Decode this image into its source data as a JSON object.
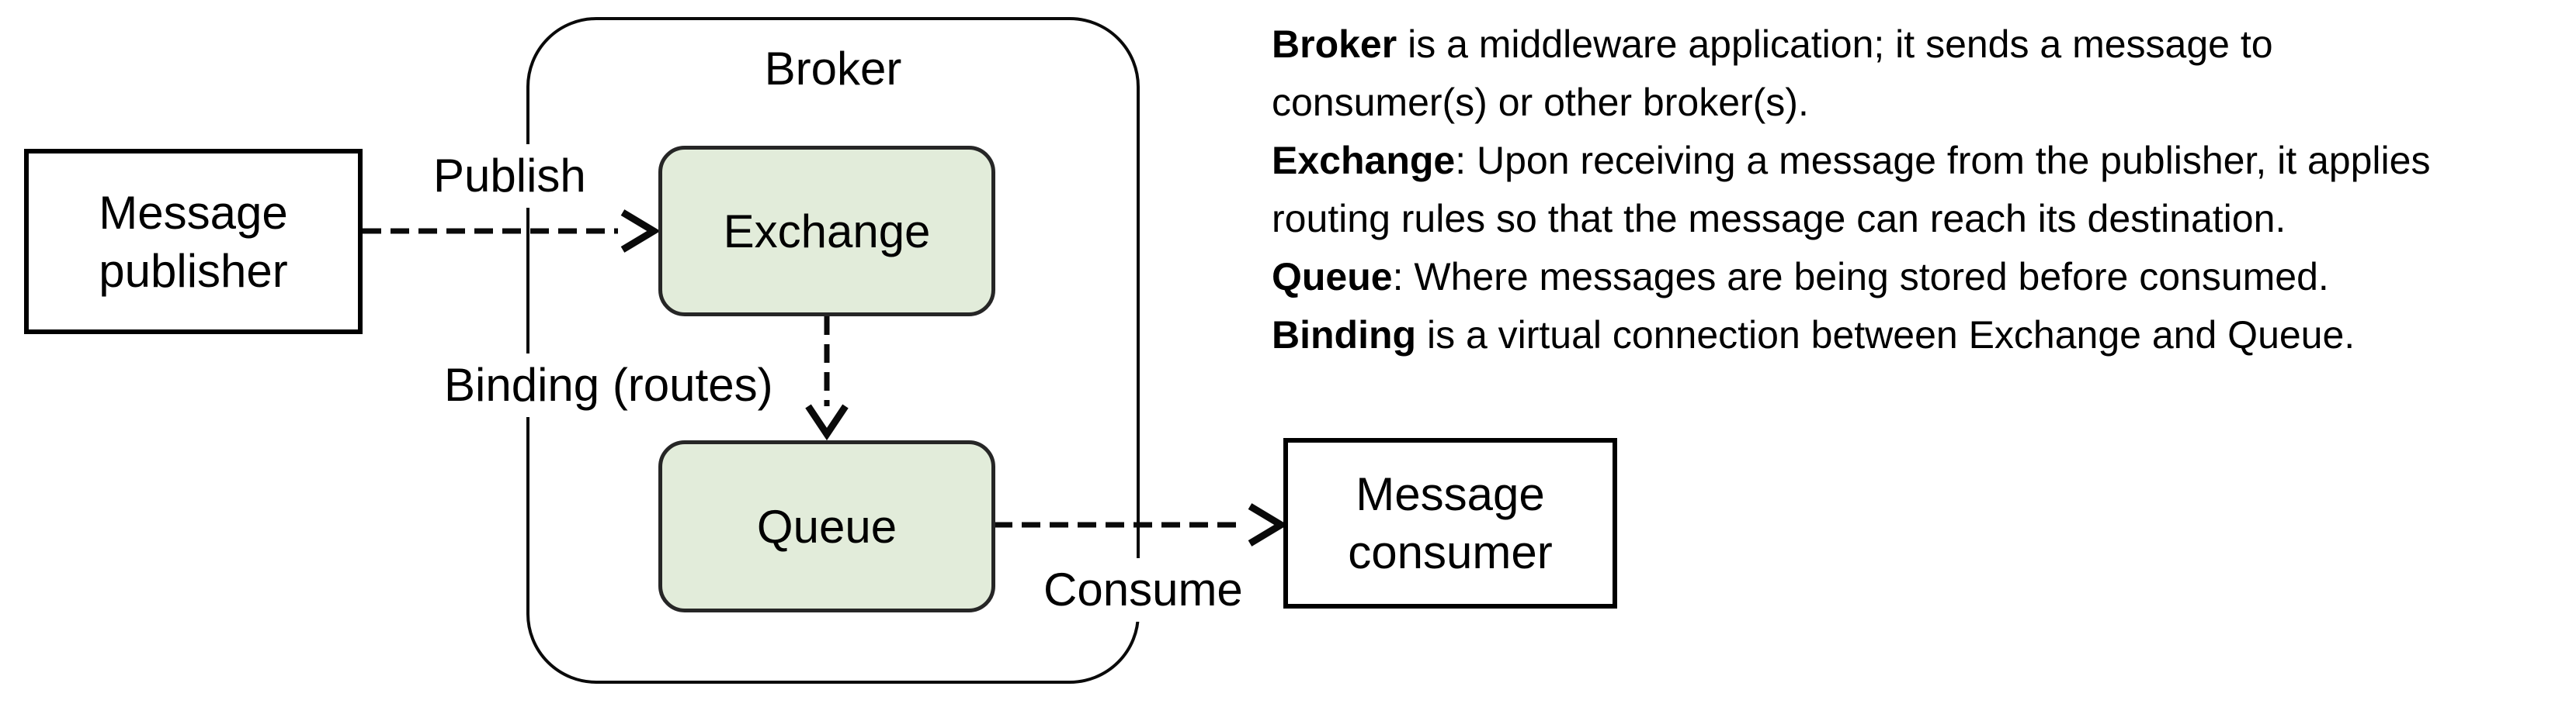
{
  "diagram": {
    "publisher_box": {
      "label": "Message publisher"
    },
    "broker": {
      "label": "Broker"
    },
    "exchange_box": {
      "label": "Exchange"
    },
    "queue_box": {
      "label": "Queue"
    },
    "consumer_box": {
      "label": "Message consumer"
    },
    "arrows": {
      "publish_label": "Publish",
      "binding_label": "Binding (routes)",
      "consume_label": "Consume"
    },
    "colors": {
      "node_fill_green": "#e2ecda",
      "node_border": "#262626",
      "stroke_black": "#0a0a0a"
    }
  },
  "description": {
    "lines": [
      {
        "bold": "Broker",
        "rest": " is a middleware application; it sends a message to"
      },
      {
        "bold": "",
        "rest": "consumer(s) or other broker(s)."
      },
      {
        "bold": "Exchange",
        "rest": ": Upon receiving a message from the publisher, it applies"
      },
      {
        "bold": "",
        "rest": "routing rules so that the message can reach its destination."
      },
      {
        "bold": "Queue",
        "rest": ": Where messages are being stored before consumed."
      },
      {
        "bold": "Binding",
        "rest": " is a virtual connection between Exchange and Queue."
      }
    ]
  }
}
